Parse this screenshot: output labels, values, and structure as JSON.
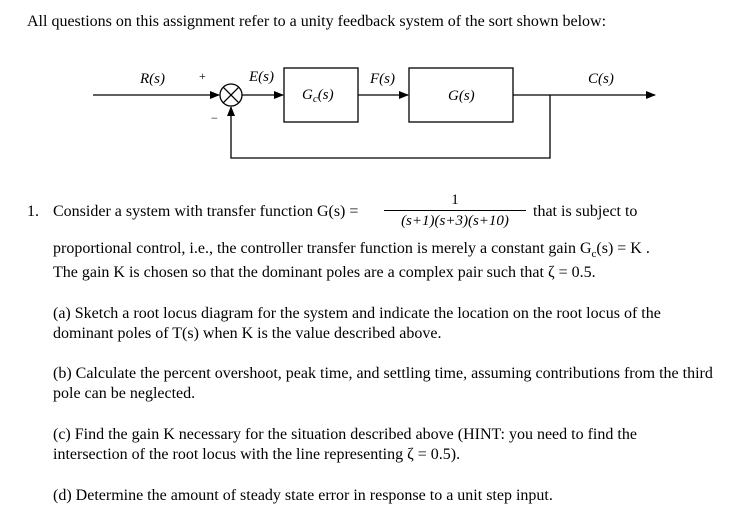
{
  "intro": "All questions on this assignment refer to a unity feedback system of the sort shown below:",
  "diagram": {
    "input": "R(s)",
    "plus": "+",
    "minus": "−",
    "error": "E(s)",
    "controller": "G",
    "controller_sub": "c",
    "controller_arg": "(s)",
    "plant_input": "F(s)",
    "plant": "G(s)",
    "output": "C(s)"
  },
  "q1": {
    "number": "1.",
    "lead": "Consider a system with transfer function G(s) =",
    "tf_numerator": "1",
    "tf_denominator": "(s+1)(s+3)(s+10)",
    "trail": "that is subject to",
    "line2_a": "proportional control, i.e., the controller transfer function is merely a constant gain G",
    "line2_sub": "c",
    "line2_b": "(s) = K .",
    "line3": "The gain K is chosen so that the dominant poles are a complex pair such that ζ = 0.5.",
    "part_a": "(a) Sketch a root locus diagram for the system and indicate the location on the root locus of the dominant poles of T(s) when K is the value described above.",
    "part_b": "(b) Calculate the percent overshoot, peak time, and settling time, assuming contributions from the third pole can be neglected.",
    "part_c": "(c) Find the gain K necessary for the situation described above (HINT: you need to find the intersection of the root locus with the line representing ζ = 0.5).",
    "part_d": "(d) Determine the amount of steady state error in response to a unit step input."
  }
}
